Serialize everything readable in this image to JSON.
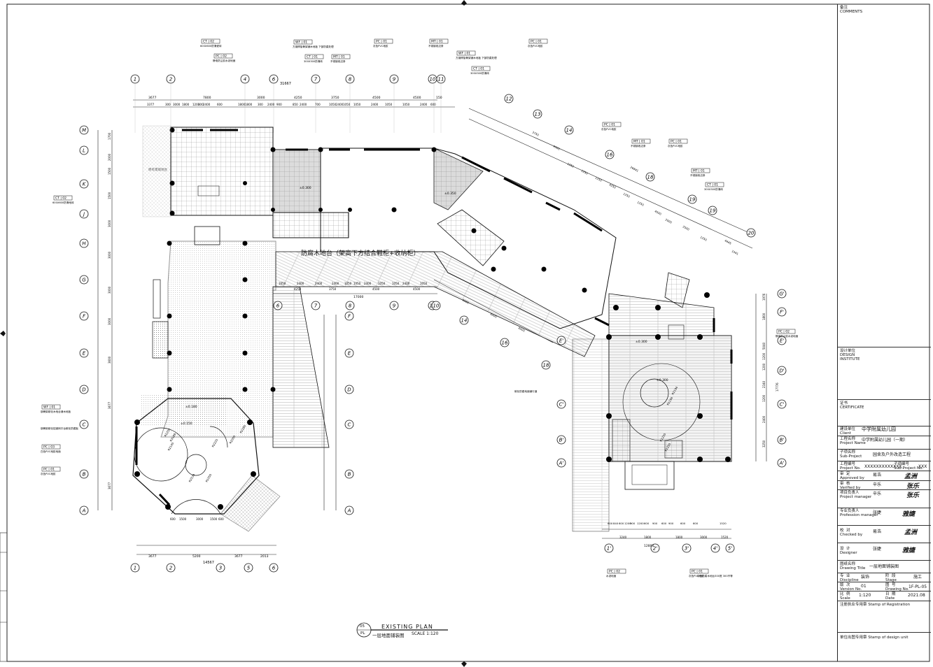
{
  "drawing": {
    "title_en": "EXISTING PLAN",
    "title_cn": "一层地面铺装图",
    "scale": "SCALE 1:120",
    "ref_no": "05",
    "ref_sheet": "PL",
    "stage_note": "防腐木地台（架高下方结合鞋柜+收纳柜）",
    "room_note": "原有景观地台"
  },
  "axes": {
    "top": [
      "1",
      "2",
      "4",
      "6",
      "7",
      "8",
      "9",
      "10",
      "11"
    ],
    "left": [
      "M",
      "L",
      "K",
      "J",
      "H",
      "G",
      "F",
      "E",
      "D",
      "C",
      "B",
      "A"
    ],
    "bottom": [
      "1",
      "2",
      "3",
      "5",
      "6"
    ],
    "right_mid": [
      "F",
      "E",
      "D",
      "C",
      "B",
      "A"
    ],
    "mid": [
      "6",
      "7",
      "8",
      "9",
      "10"
    ],
    "diag": [
      "12",
      "13",
      "14",
      "16",
      "18",
      "19",
      "19",
      "20"
    ],
    "diag_low": [
      "10",
      "14",
      "16",
      "18"
    ],
    "right_bottom": [
      "1'",
      "2'",
      "3'",
      "4'",
      "5'"
    ],
    "right_letters": [
      "G'",
      "F'",
      "E'",
      "D'",
      "C'",
      "B'",
      "A'"
    ]
  },
  "dims": {
    "top_total": "31667",
    "top_segments": [
      "3677",
      "7800",
      "3000",
      "4250",
      "3750",
      "4500",
      "4500",
      "150"
    ],
    "top_sub": [
      "3377",
      "300",
      "3000",
      "1800",
      "1200",
      "300",
      "2400",
      "600",
      "1800",
      "1800",
      "300",
      "2400",
      "900",
      "850",
      "2400",
      "700",
      "1050",
      "2400",
      "1050",
      "1050",
      "2400",
      "1050",
      "1050",
      "2400",
      "600"
    ],
    "left_segments": [
      "1700",
      "2000",
      "1500",
      "1500",
      "3000",
      "3000",
      "3000",
      "3000",
      "3600",
      "3677",
      "3677"
    ],
    "bottom_total": "14567",
    "bottom_segments": [
      "3677",
      "5200",
      "3677",
      "2013"
    ],
    "bottom_sub": [
      "600",
      "1500",
      "3000",
      "1500",
      "600"
    ],
    "mid_segments": [
      "1650",
      "2400",
      "2400",
      "2400",
      "1050",
      "1050",
      "2400",
      "1050",
      "1050",
      "2400",
      "1050"
    ],
    "mid_total": "17000",
    "mid_sub": [
      "4250",
      "3750",
      "4500",
      "4500"
    ],
    "right_bottom_total": "12800",
    "right_bottom_segs": [
      "3240",
      "1800",
      "1800",
      "3000",
      "1520"
    ],
    "right_bottom_sub": [
      "600",
      "840",
      "600",
      "1200",
      "900",
      "1200",
      "600",
      "900",
      "600",
      "900",
      "600",
      "600",
      "1520"
    ],
    "right_side": [
      "1976",
      "1800",
      "5040",
      "1200",
      "1200",
      "2340",
      "1200",
      "2400",
      "3250",
      "17776"
    ],
    "diag_dims": [
      "3750",
      "4500",
      "1250",
      "1250",
      "1250",
      "4250",
      "1250",
      "1250",
      "4500",
      "2000",
      "2500",
      "1250",
      "4445",
      "1541",
      "26841",
      "4500",
      "4500",
      "4500"
    ],
    "levels": [
      "±0.300",
      "±0.350",
      "±0.300",
      "±0.180",
      "±0.150",
      "±0.300"
    ],
    "radii": [
      "R1250",
      "R3189",
      "R2140",
      "R2539",
      "R1050",
      "R2225",
      "R2285",
      "R2000",
      "R1194",
      "R1194",
      "R1250",
      "R1250"
    ]
  },
  "tags": [
    {
      "code": "CT",
      "num": "02",
      "note": "600X600防滑瓷砖"
    },
    {
      "code": "PC",
      "num": "02",
      "note": "静电防尘胶水泥地面"
    },
    {
      "code": "WF",
      "num": "01",
      "note": "方钢焊接骨架铺木地板 下部防腐处理"
    },
    {
      "code": "CT",
      "num": "01",
      "note": "300X300防滑砖"
    },
    {
      "code": "MT",
      "num": "01",
      "note": "不锈钢收边条"
    },
    {
      "code": "PC",
      "num": "01",
      "note": "灰色PVC地胶"
    },
    {
      "code": "MT",
      "num": "01",
      "note": "不锈钢收边条"
    },
    {
      "code": "WF",
      "num": "01",
      "note": "方钢焊接骨架铺木地板 下部防腐处理"
    },
    {
      "code": "CT",
      "num": "01",
      "note": "300X300防滑砖"
    },
    {
      "code": "PC",
      "num": "01",
      "note": "灰色PVC地胶"
    },
    {
      "code": "PC",
      "num": "01",
      "note": "灰色PVC地胶"
    },
    {
      "code": "MT",
      "num": "01",
      "note": "不锈钢收边条"
    },
    {
      "code": "PC",
      "num": "01",
      "note": "灰色PVC地胶"
    },
    {
      "code": "MT",
      "num": "01",
      "note": "不锈钢收边条"
    },
    {
      "code": "CT",
      "num": "01",
      "note": "300X300防滑砖"
    },
    {
      "code": "PC",
      "num": "02",
      "note": "静电防尘胶水泥地面"
    },
    {
      "code": "CT",
      "num": "02",
      "note": "600X600防滑地砖"
    },
    {
      "code": "WF",
      "num": "01",
      "note": "钢骨架碳化木地台铺木地板"
    },
    {
      "code": "",
      "num": "",
      "note": "钢骨架碳化铝钢网平台碳化防腐板"
    },
    {
      "code": "PC",
      "num": "03",
      "note": "白色PVC地胶地面"
    },
    {
      "code": "PC",
      "num": "01",
      "note": "灰色PVC地胶"
    },
    {
      "code": "",
      "num": "",
      "note": "碳化防腐地面铺行道"
    },
    {
      "code": "PC",
      "num": "01",
      "note": "灰色PVC地胶"
    },
    {
      "code": "PC",
      "num": "02",
      "note": "水泥地面"
    },
    {
      "code": "",
      "num": "",
      "note": "灰色防腐木地台300宽 300不等"
    }
  ],
  "title_block": {
    "comments": "备注\nCOMMENTS",
    "design_unit": "设计单位\nDESIGN\nINSTITUTE",
    "cert": "证书\nCERTIFICATE",
    "client_lbl": "建设单位\nClient",
    "client": "中学附属幼儿园",
    "project_lbl": "工程名称\nProject Name",
    "project": "中学附属幼儿园（一期）",
    "subproject_lbl": "子项名称\nSub-Project",
    "subproject": "园舍及户外改造工程",
    "project_no_lbl": "工程编号\nProject No.",
    "project_no": "XXXXXXXXXXXXX",
    "subproject_no_lbl": "子项编号\nSub-Project No.",
    "subproject_no": "XXX",
    "approved_lbl": "审  定\nApproved by",
    "approved": "易浩",
    "verified_lbl": "审  核\nVerified by",
    "verified": "辛乐",
    "pm_lbl": "项目负责人\nProject manager",
    "pm": "辛乐",
    "pro_lbl": "专业负责人\nProfession manager",
    "pro": "张婕",
    "checked_lbl": "校  对\nChecked by",
    "checked": "易浩",
    "designer_lbl": "设  计\nDesigner",
    "designer": "张婕",
    "drawing_title_lbl": "图纸名称\nDrawing Title",
    "drawing_title": "一层地面铺装图",
    "discipline_lbl": "专  业\nDiscipline",
    "discipline": "装饰",
    "stage_lbl": "阶  段\nStage",
    "stage": "施工",
    "version_lbl": "版  次\nVersion No.",
    "version": "01",
    "drawing_no_lbl": "图  号\nDrawing No.",
    "drawing_no": "1F-PL-05",
    "scale_lbl": "比  例\nScale",
    "scale": "1:120",
    "date_lbl": "日  期\nDate",
    "date": "2021.08",
    "reg_stamp": "注册执业专用章 Stamp of Registration",
    "unit_stamp": "单位出图专用章 Stamp of design unit",
    "sig_marks": [
      "孟洲",
      "张乐",
      "张乐",
      "雅婕",
      "孟洲",
      "雅婕"
    ]
  },
  "colors": {
    "line": "#111111",
    "hatch": "#555555",
    "fill": "#d9d9d9",
    "dark": "#000000"
  }
}
